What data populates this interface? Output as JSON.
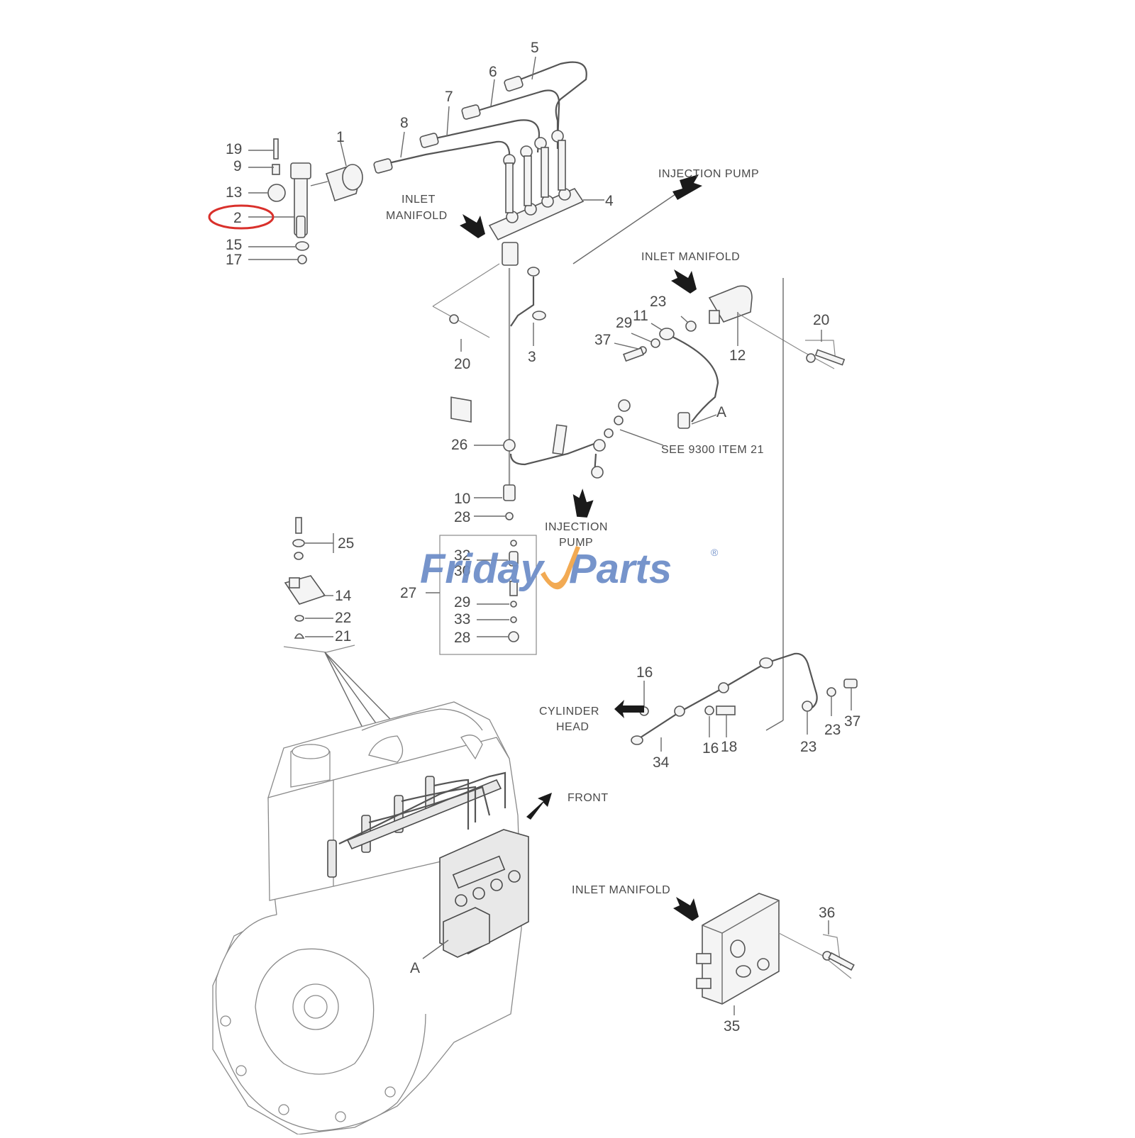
{
  "watermark": {
    "friday": "Friday",
    "parts": "Parts",
    "registered": "®",
    "color_blue": "#6f8fc9",
    "color_orange": "#f2a64a"
  },
  "highlight": {
    "item": "2",
    "color": "#d9302b"
  },
  "labels": {
    "injection_pump": "INJECTION PUMP",
    "inlet_manifold_top_1": "INLET",
    "inlet_manifold_top_2": "MANIFOLD",
    "inlet_manifold_mid": "INLET MANIFOLD",
    "see_item": "SEE 9300 ITEM 21",
    "injection_pump_short_1": "INJECTION",
    "injection_pump_short_2": "PUMP",
    "cylinder_head_1": "CYLINDER",
    "cylinder_head_2": "HEAD",
    "front": "FRONT",
    "inlet_manifold_bottom": "INLET MANIFOLD",
    "ref_a": "A"
  },
  "callouts": [
    "1",
    "2",
    "3",
    "4",
    "5",
    "6",
    "7",
    "8",
    "9",
    "10",
    "11",
    "12",
    "13",
    "14",
    "15",
    "16",
    "17",
    "18",
    "19",
    "20",
    "21",
    "22",
    "23",
    "25",
    "26",
    "27",
    "28",
    "29",
    "30",
    "32",
    "33",
    "34",
    "35",
    "36",
    "37"
  ]
}
